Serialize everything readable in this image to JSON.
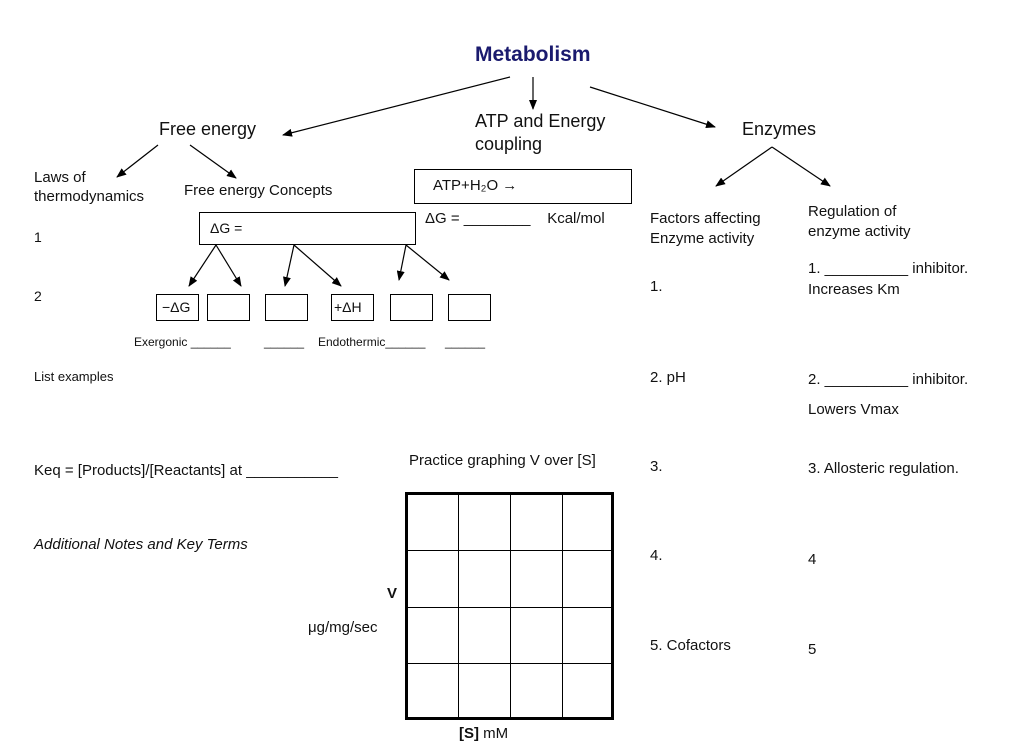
{
  "title": "Metabolism",
  "title_color": "#1a1a6e",
  "branches": {
    "free_energy": "Free energy",
    "atp": "ATP and Energy coupling",
    "enzymes": "Enzymes"
  },
  "free_energy": {
    "laws_heading": "Laws of thermodynamics",
    "laws_items": [
      "1",
      "2"
    ],
    "concepts_heading": "Free energy Concepts",
    "dg_box": "ΔG =",
    "small_boxes": [
      "−ΔG",
      "",
      "",
      "+ΔH",
      "",
      ""
    ],
    "labels": {
      "exergonic": "Exergonic ______",
      "blank1": "______",
      "endothermic": "Endothermic______",
      "blank2": "______"
    },
    "list_examples": "List examples",
    "keq": "Keq = [Products]/[Reactants] at ___________",
    "additional_notes": "Additional Notes and Key Terms"
  },
  "atp": {
    "reaction": "ATP+H₂O →",
    "dg_line": "ΔG = ________    Kcal/mol",
    "practice": "Practice graphing V over [S]",
    "graph": {
      "y_label": "V",
      "y_unit": "μg/mg/sec",
      "x_label_bold": "[S]",
      "x_unit": "mM",
      "rows": 4,
      "cols": 4
    }
  },
  "enzymes": {
    "factors_heading": "Factors affecting Enzyme activity",
    "factors": [
      "1.",
      "2. pH",
      "3.",
      "4.",
      "5. Cofactors"
    ],
    "regulation_heading": "Regulation of enzyme activity",
    "regulation": [
      "1. __________ inhibitor.",
      "Increases Km",
      "2. __________ inhibitor.",
      "Lowers Vmax",
      "3. Allosteric regulation.",
      "4",
      "5"
    ]
  }
}
